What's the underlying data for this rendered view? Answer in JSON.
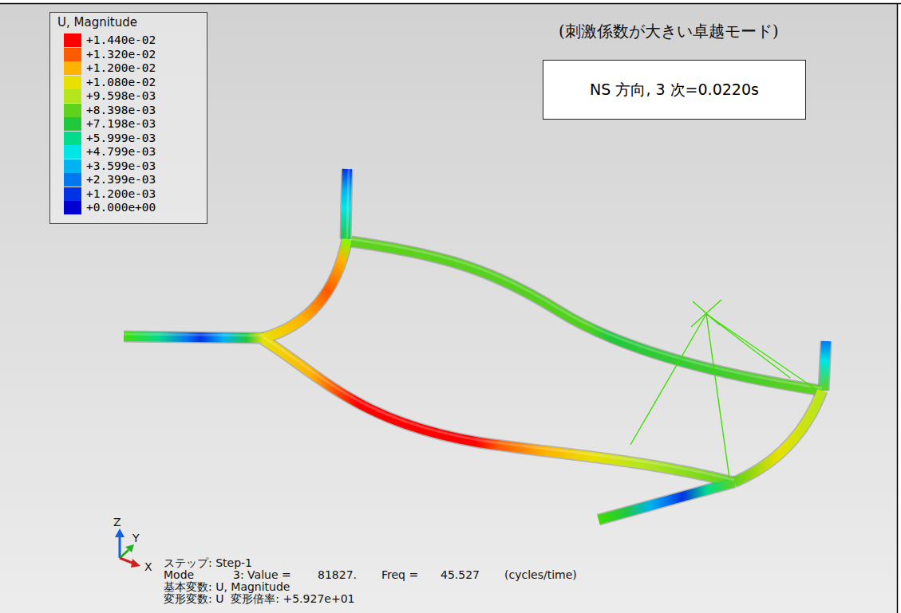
{
  "diagram": {
    "title": "(刺激係数が大きい卓越モード)",
    "nodes": [
      {
        "text": [
          "NS 方向, 3 次=0.0220s"
        ]
      }
    ],
    "labels": [
      "U, Magnitude",
      "Z",
      "Y",
      "X",
      "ステップ: Step-1",
      "Mode",
      "3: Value =",
      "81827.",
      "Freq =",
      "45.527",
      "(cycles/time)",
      "基本変数: U, Magnitude",
      "変形変数: U  変形倍率: +5.927e+01"
    ],
    "legend": [
      {
        "text": "+1.440e-02",
        "color": "#ff0000"
      },
      {
        "text": "+1.320e-02",
        "color": "#ff5a00"
      },
      {
        "text": "+1.200e-02",
        "color": "#ffb300"
      },
      {
        "text": "+1.080e-02",
        "color": "#e8e000"
      },
      {
        "text": "+9.598e-03",
        "color": "#b5e61d"
      },
      {
        "text": "+8.398e-03",
        "color": "#5fd21e"
      },
      {
        "text": "+7.198e-03",
        "color": "#21c83c"
      },
      {
        "text": "+5.999e-03",
        "color": "#00dc8c"
      },
      {
        "text": "+4.799e-03",
        "color": "#00e6e6"
      },
      {
        "text": "+3.599e-03",
        "color": "#00b4f0"
      },
      {
        "text": "+2.399e-03",
        "color": "#0078f0"
      },
      {
        "text": "+1.200e-03",
        "color": "#0032e6"
      },
      {
        "text": "+0.000e+00",
        "color": "#0000d2"
      }
    ]
  }
}
